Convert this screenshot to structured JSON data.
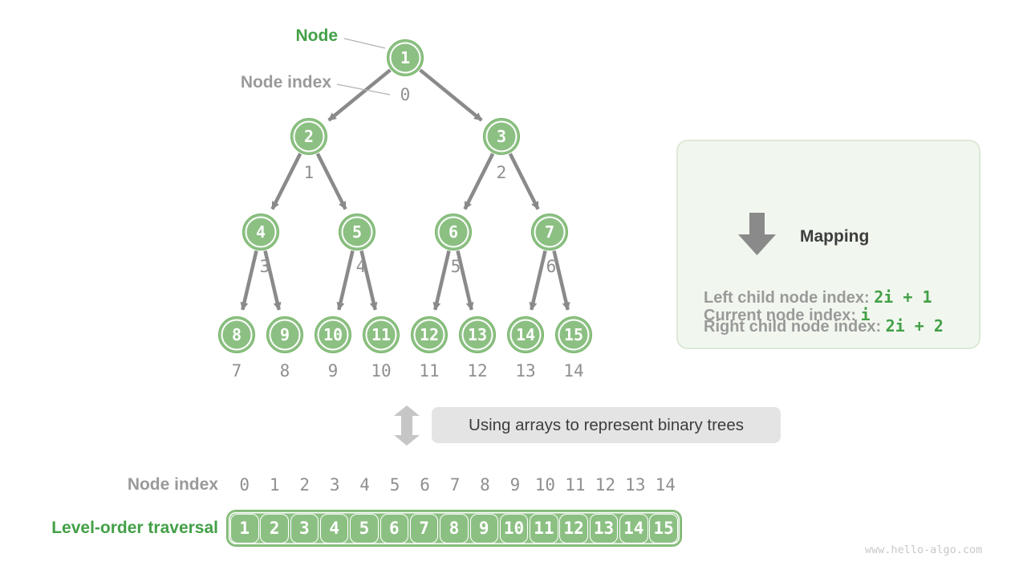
{
  "tree": {
    "node_callout": "Node",
    "index_callout": "Node index",
    "nodes": [
      {
        "value": 1,
        "index": 0
      },
      {
        "value": 2,
        "index": 1
      },
      {
        "value": 3,
        "index": 2
      },
      {
        "value": 4,
        "index": 3
      },
      {
        "value": 5,
        "index": 4
      },
      {
        "value": 6,
        "index": 5
      },
      {
        "value": 7,
        "index": 6
      },
      {
        "value": 8,
        "index": 7
      },
      {
        "value": 9,
        "index": 8
      },
      {
        "value": 10,
        "index": 9
      },
      {
        "value": 11,
        "index": 10
      },
      {
        "value": 12,
        "index": 11
      },
      {
        "value": 13,
        "index": 12
      },
      {
        "value": 14,
        "index": 13
      },
      {
        "value": 15,
        "index": 14
      }
    ]
  },
  "mapping_box": {
    "current_label": "Current node index:",
    "current_value": "i",
    "arrow_caption": "Mapping",
    "left_label": "Left child node index:",
    "left_value": "2i + 1",
    "right_label": "Right child node index:",
    "right_value": "2i + 2"
  },
  "banner": {
    "text": "Using arrays to represent binary trees"
  },
  "array_section": {
    "index_row_label": "Node index",
    "traversal_row_label": "Level-order traversal",
    "indices": [
      0,
      1,
      2,
      3,
      4,
      5,
      6,
      7,
      8,
      9,
      10,
      11,
      12,
      13,
      14
    ],
    "values": [
      1,
      2,
      3,
      4,
      5,
      6,
      7,
      8,
      9,
      10,
      11,
      12,
      13,
      14,
      15
    ]
  },
  "watermark": "www.hello-algo.com",
  "colors": {
    "green_text": "#43a047",
    "node_fill": "#8cc083",
    "node_border": "#74b365",
    "edge_gray": "#8a8a8a",
    "label_gray": "#9a9a9a",
    "dark_text": "#3d3d3d",
    "banner_bg": "#e4e4e4",
    "box_bg": "#f1f7ee",
    "box_border": "#dce9d7"
  }
}
